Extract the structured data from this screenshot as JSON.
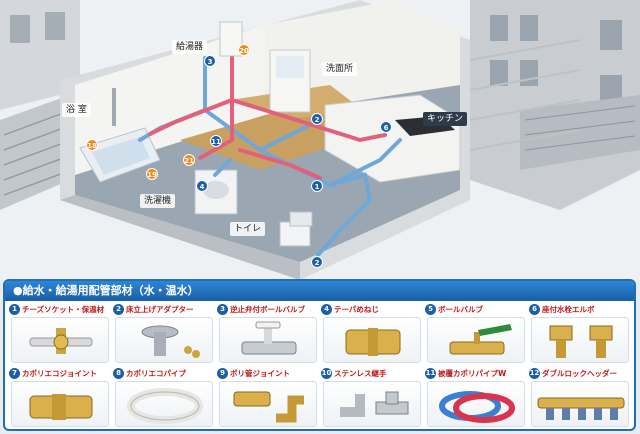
{
  "rooms": {
    "water_heater": "給湯器",
    "washroom": "洗面所",
    "bathroom": "浴 室",
    "kitchen": "キッチン",
    "washing_machine": "洗濯機",
    "toilet": "トイレ"
  },
  "markers": {
    "m20": "20",
    "m3": "3",
    "m2a": "2",
    "m6": "6",
    "m11": "11",
    "m18": "18",
    "m21": "21",
    "m19": "19",
    "m4": "4",
    "m1": "1",
    "m2b": "2"
  },
  "panel": {
    "title": "●給水・給湯用配管部材（水・温水）"
  },
  "parts": [
    {
      "no": "1",
      "name": "チーズソケット・保温材"
    },
    {
      "no": "2",
      "name": "床立上げアダプター"
    },
    {
      "no": "3",
      "name": "逆止弁付ボールバルブ"
    },
    {
      "no": "4",
      "name": "テーパめねじ"
    },
    {
      "no": "5",
      "name": "ボールバルブ"
    },
    {
      "no": "6",
      "name": "座付水栓エルボ"
    },
    {
      "no": "7",
      "name": "カポリエコジョイント"
    },
    {
      "no": "8",
      "name": "カポリエコパイプ"
    },
    {
      "no": "9",
      "name": "ポリ管ジョイント"
    },
    {
      "no": "10",
      "name": "ステンレス継手"
    },
    {
      "no": "11",
      "name": "被覆カポリパイプW"
    },
    {
      "no": "12",
      "name": "ダブルロックヘッダー"
    }
  ],
  "colors": {
    "cold_pipe": "#6ea8d8",
    "hot_pipe": "#e2607a",
    "panel_border": "#1f6fb8",
    "marker_blue": "#1c5fa8",
    "marker_orange": "#f08a1c"
  }
}
